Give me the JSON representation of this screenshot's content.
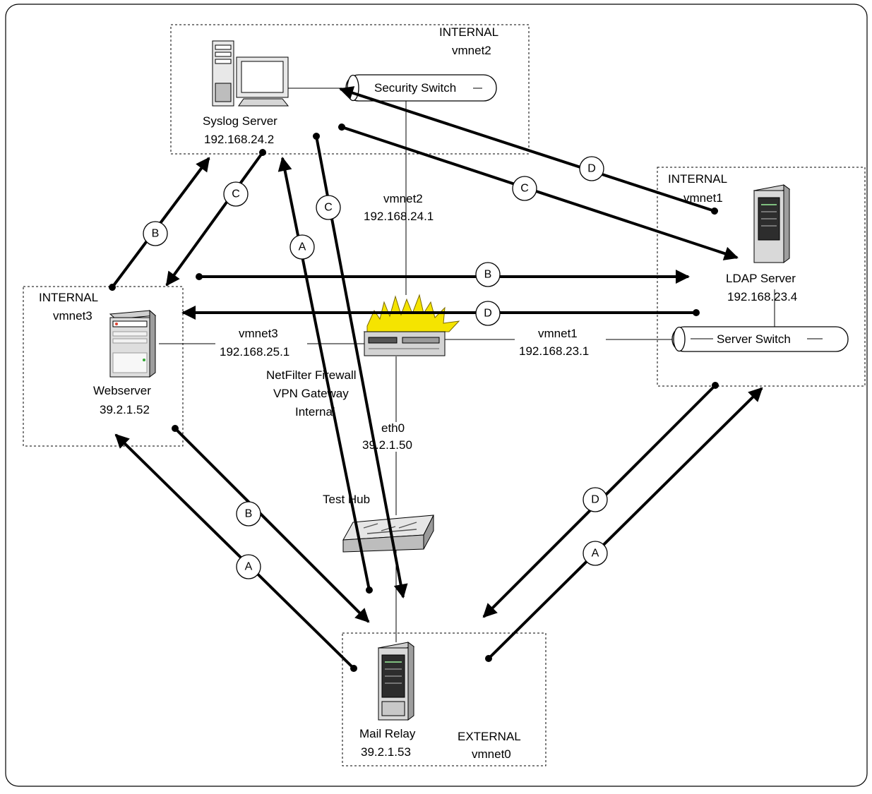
{
  "zones": {
    "syslog": {
      "label1": "INTERNAL",
      "label2": "vmnet2"
    },
    "ldap": {
      "label1": "INTERNAL",
      "label2": "vmnet1"
    },
    "web": {
      "label1": "INTERNAL",
      "label2": "vmnet3"
    },
    "mail": {
      "label1": "EXTERNAL",
      "label2": "vmnet0"
    }
  },
  "nodes": {
    "syslog": {
      "name": "Syslog Server",
      "ip": "192.168.24.2"
    },
    "ldap": {
      "name": "LDAP Server",
      "ip": "192.168.23.4"
    },
    "web": {
      "name": "Webserver",
      "ip": "39.2.1.52"
    },
    "mail": {
      "name": "Mail Relay",
      "ip": "39.2.1.53"
    },
    "firewall": {
      "line1": "NetFilter Firewall",
      "line2": "VPN Gateway",
      "line3": "Internal"
    },
    "hub": {
      "name": "Test Hub"
    },
    "security_switch": {
      "name": "Security Switch"
    },
    "server_switch": {
      "name": "Server Switch"
    }
  },
  "interfaces": {
    "vmnet2": {
      "name": "vmnet2",
      "ip": "192.168.24.1"
    },
    "vmnet3": {
      "name": "vmnet3",
      "ip": "192.168.25.1"
    },
    "vmnet1": {
      "name": "vmnet1",
      "ip": "192.168.23.1"
    },
    "eth0": {
      "name": "eth0",
      "ip": "39.2.1.50"
    }
  },
  "flow_tags": [
    "A",
    "B",
    "C",
    "D"
  ]
}
